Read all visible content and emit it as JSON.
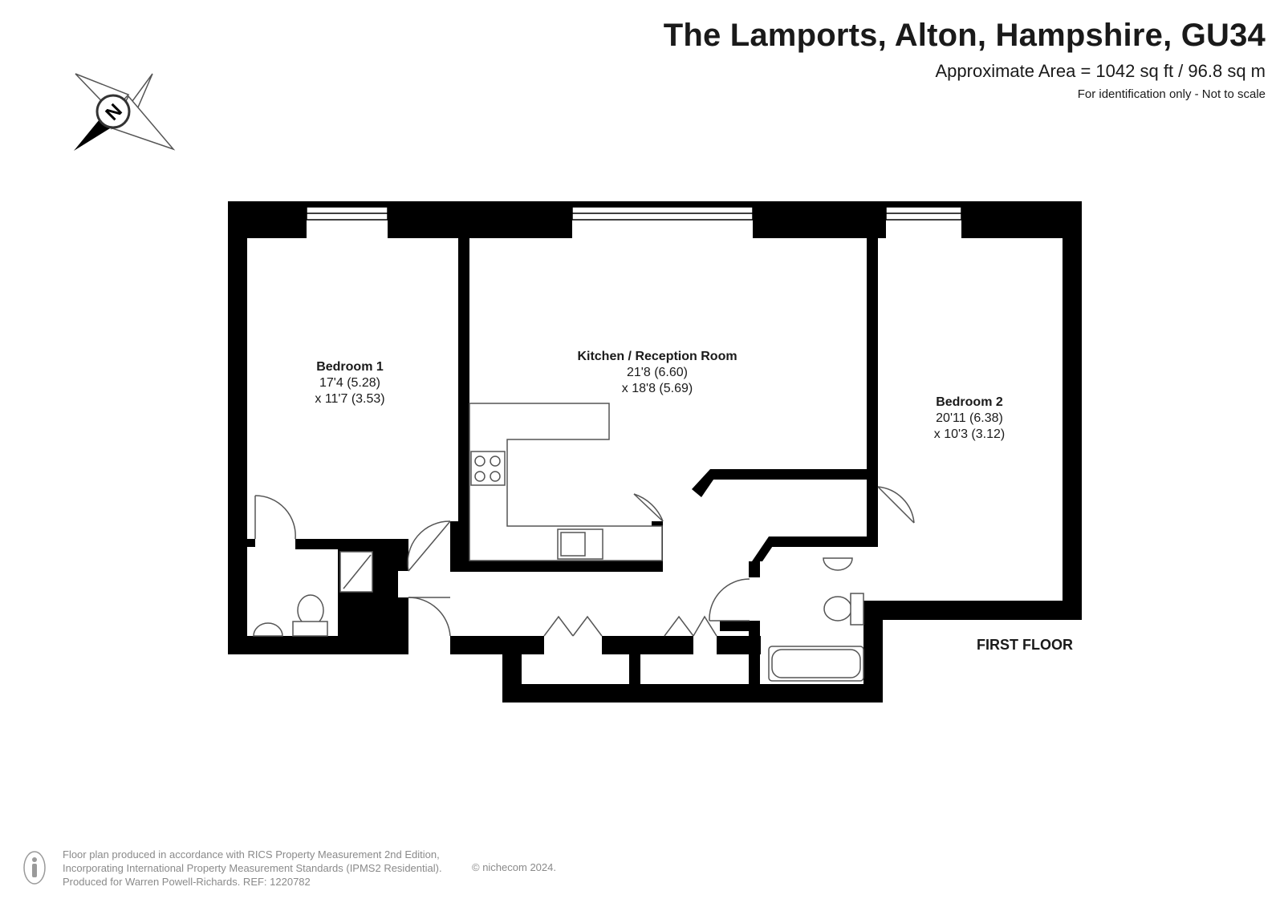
{
  "header": {
    "title": "The Lamports, Alton, Hampshire, GU34",
    "area": "Approximate Area = 1042 sq ft / 96.8 sq m",
    "note": "For identification only - Not to scale"
  },
  "compass": {
    "letter": "N",
    "icon": "north-compass-icon"
  },
  "rooms": [
    {
      "name": "Bedroom 1",
      "dim1": "17'4 (5.28)",
      "dim2": "x 11'7 (3.53)"
    },
    {
      "name": "Kitchen / Reception Room",
      "dim1": "21'8 (6.60)",
      "dim2": "x 18'8 (5.69)"
    },
    {
      "name": "Bedroom 2",
      "dim1": "20'11 (6.38)",
      "dim2": "x 10'3 (3.12)"
    }
  ],
  "floor_label": "FIRST FLOOR",
  "footer": {
    "line1": "Floor plan produced in accordance with RICS Property Measurement 2nd Edition,",
    "line2": "Incorporating International Property Measurement Standards (IPMS2 Residential).",
    "line3": "Produced for Warren Powell-Richards.   REF: 1220782",
    "copyright": "© nichecom 2024."
  },
  "colors": {
    "wall": "#000000",
    "fixture": "#666666",
    "footer_text": "#8a8a8a"
  }
}
